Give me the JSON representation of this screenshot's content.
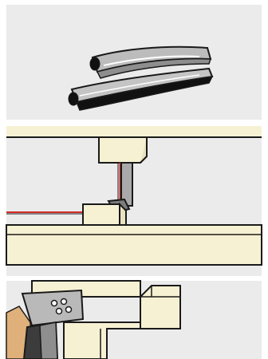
{
  "panels": [
    {
      "id": "panel-1",
      "subject": "weatherstrip-profiles"
    },
    {
      "id": "panel-2",
      "subject": "weatherstrip-installation"
    },
    {
      "id": "panel-3",
      "subject": "frame-with-hinge"
    }
  ],
  "colors": {
    "panel_background": "#ebebeb",
    "wood": "#f6f1d3",
    "outline": "#1a1a1a",
    "strip_grey": "#a9a9a9",
    "strip_dark": "#6b6b6b",
    "seal_black": "#111111",
    "accent_red": "#d42a2a",
    "hand_tan": "#e0b07a",
    "hinge_metal": "#b9b9b9"
  }
}
